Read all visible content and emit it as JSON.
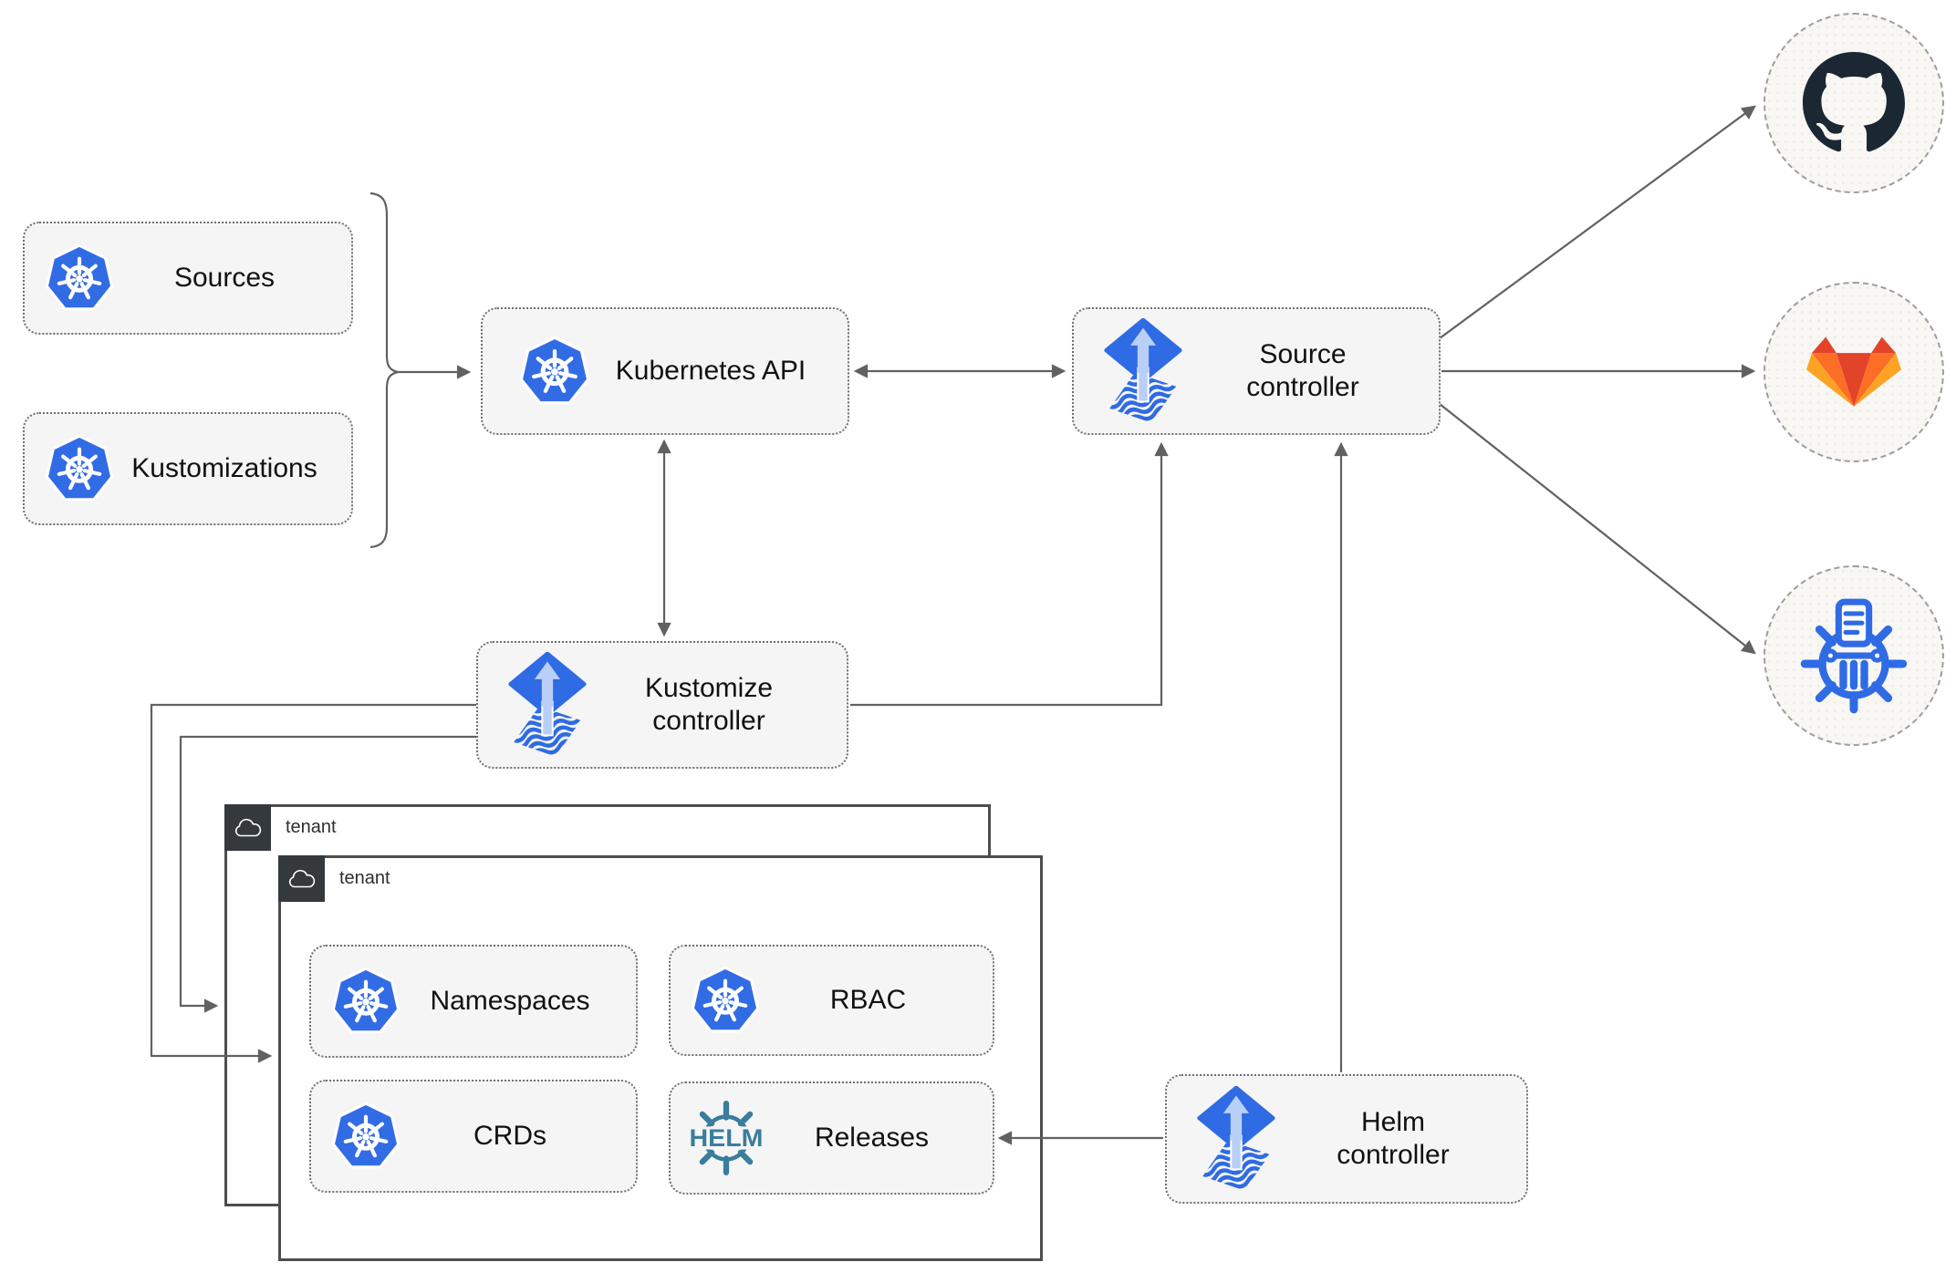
{
  "nodes": {
    "sources": {
      "label": "Sources"
    },
    "kustomizations": {
      "label": "Kustomizations"
    },
    "kubernetes_api": {
      "label": "Kubernetes API"
    },
    "source_controller": {
      "label": "Source\ncontroller"
    },
    "kustomize_controller": {
      "label": "Kustomize\ncontroller"
    },
    "helm_controller": {
      "label": "Helm\ncontroller"
    },
    "namespaces": {
      "label": "Namespaces"
    },
    "rbac": {
      "label": "RBAC"
    },
    "crds": {
      "label": "CRDs"
    },
    "releases": {
      "label": "Releases"
    }
  },
  "tenants": [
    {
      "label": "tenant"
    },
    {
      "label": "tenant"
    }
  ],
  "external_targets": [
    {
      "icon": "github-icon"
    },
    {
      "icon": "gitlab-icon"
    },
    {
      "icon": "helm-repository-icon"
    }
  ],
  "logo_text": {
    "helm": "HELM"
  },
  "colors": {
    "kubernetes-blue": "#326ce5",
    "flux-blue": "#2f6be4",
    "flux-arrow": "#b9cff7",
    "helm-teal": "#3a7d9c",
    "github-dark": "#1b2733",
    "gitlab-red": "#e24329",
    "gitlab-orange": "#fc6d26",
    "gitlab-yellow": "#fca326",
    "line-gray": "#616161",
    "node-bg": "#f5f5f5",
    "node-border": "#6f6f6f",
    "tenant-border": "#4d4d4d",
    "tenant-tab": "#33393d",
    "circle-bg": "#f8f7f4",
    "circle-border": "#9e9e9e"
  }
}
